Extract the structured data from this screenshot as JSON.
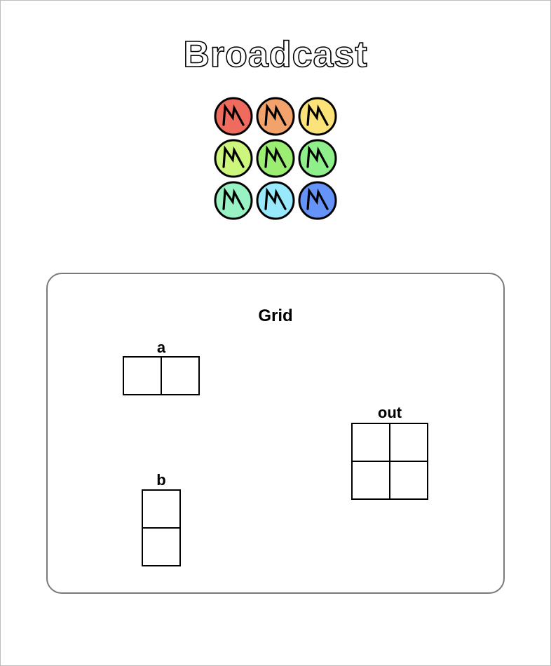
{
  "title": "Broadcast",
  "logo": {
    "icon": "lightning-bolt-icon",
    "colors": [
      "#ee6b5e",
      "#f2a26b",
      "#fbe37a",
      "#cdf67c",
      "#9cee73",
      "#8ff08b",
      "#98f2c4",
      "#97e9fb",
      "#6693f7"
    ],
    "stroke_color": "#000000"
  },
  "panel": {
    "title": "Grid",
    "tensors": [
      {
        "name": "a",
        "rows": 1,
        "cols": 2
      },
      {
        "name": "b",
        "rows": 2,
        "cols": 1
      },
      {
        "name": "out",
        "rows": 2,
        "cols": 2
      }
    ]
  }
}
